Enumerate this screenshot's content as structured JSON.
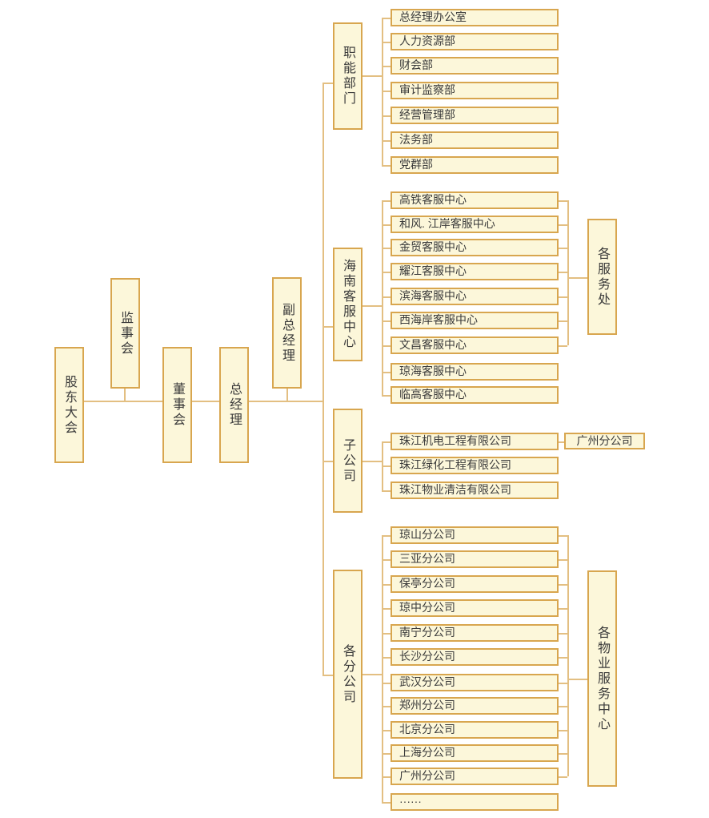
{
  "diagram": {
    "type": "organization-chart",
    "governance_chain": [
      "股东大会",
      "监事会",
      "董事会",
      "总经理",
      "副总经理"
    ],
    "groups": [
      {
        "label": "职能部门",
        "children": [
          "总经理办公室",
          "人力资源部",
          "财会部",
          "审计监察部",
          "经营管理部",
          "法务部",
          "党群部"
        ]
      },
      {
        "label": "海南客服中心",
        "children": [
          "高铁客服中心",
          "和风. 江岸客服中心",
          "金贸客服中心",
          "耀江客服中心",
          "滨海客服中心",
          "西海岸客服中心",
          "文昌客服中心",
          "琼海客服中心",
          "临高客服中心"
        ],
        "aggregate": "各服务处"
      },
      {
        "label": "子公司",
        "children": [
          "珠江机电工程有限公司",
          "珠江绿化工程有限公司",
          "珠江物业清洁有限公司"
        ],
        "attached_branch": "广州分公司"
      },
      {
        "label": "各分公司",
        "children": [
          "琼山分公司",
          "三亚分公司",
          "保亭分公司",
          "琼中分公司",
          "南宁分公司",
          "长沙分公司",
          "武汉分公司",
          "郑州分公司",
          "北京分公司",
          "上海分公司",
          "广州分公司",
          "······"
        ],
        "aggregate": "各物业服务中心"
      }
    ]
  },
  "palette": {
    "background": "#ffffff",
    "box_fill": "#fcf7da",
    "box_border": "#d8a64f",
    "connector_line": "#e3bf82",
    "text": "#3a3a3a"
  }
}
